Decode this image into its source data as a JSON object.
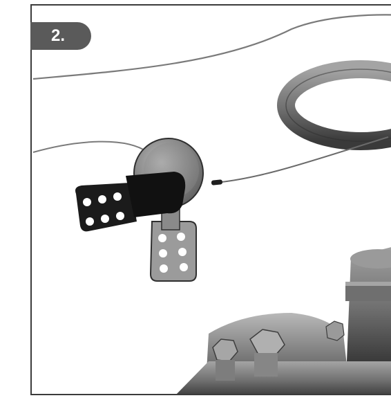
{
  "step": {
    "label": "2."
  },
  "colors": {
    "frame": "#3b3b3b",
    "badge": "#5a5a5a",
    "badge_text": "#ffffff",
    "metal": "#8e8e8e",
    "metal_dark": "#4a4a4a",
    "hasp_black": "#1b1b1b"
  },
  "icons": [
    "cable-lockout-device",
    "lockout-hasp",
    "valve-handwheel",
    "valve-flange-bolts"
  ]
}
